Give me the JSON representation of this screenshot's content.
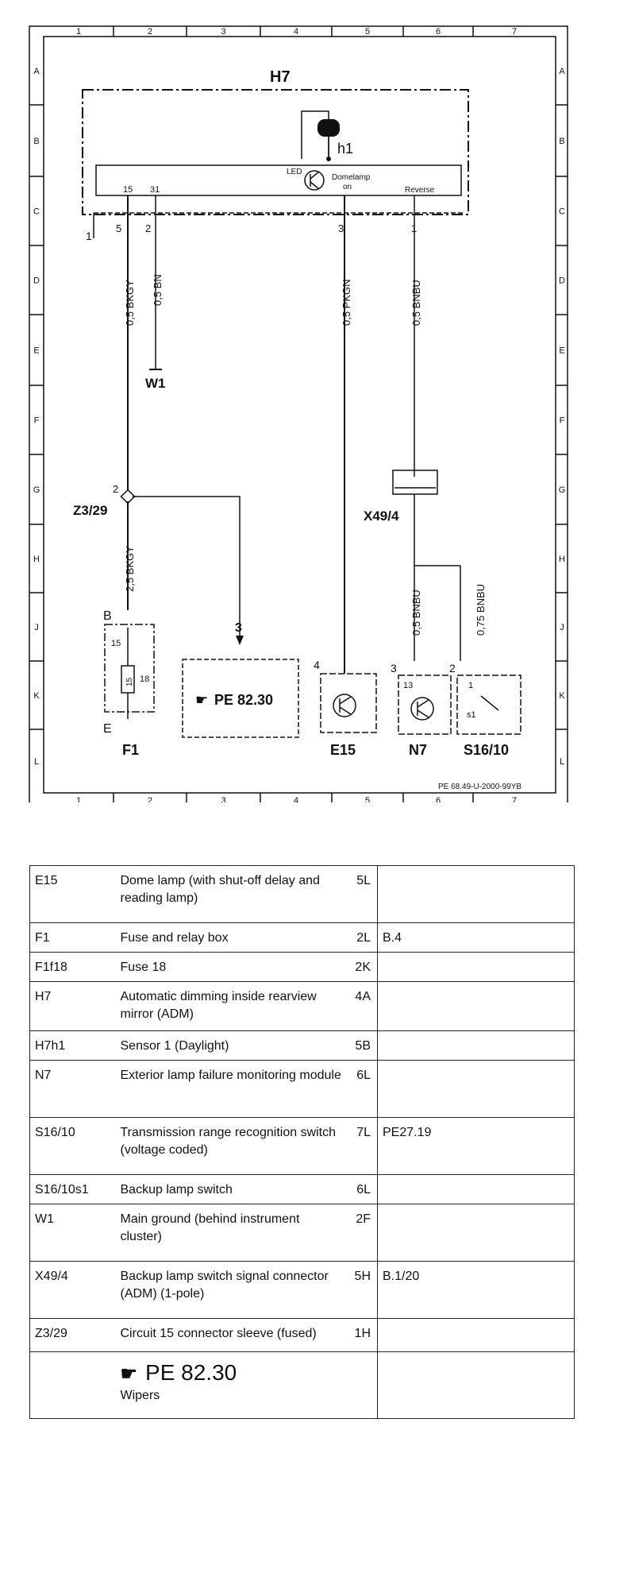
{
  "diagram": {
    "ref_code": "PE 68.49-U-2000-99YB",
    "grid_cols": [
      "1",
      "2",
      "3",
      "4",
      "5",
      "6",
      "7"
    ],
    "grid_rows": [
      "A",
      "B",
      "C",
      "D",
      "E",
      "F",
      "G",
      "H",
      "J",
      "K",
      "L"
    ],
    "components": {
      "H7": "H7",
      "h1": "h1",
      "LED": "LED",
      "domelamp": "Domelamp",
      "domelamp_on": "on",
      "reverse": "Reverse",
      "pin15": "15",
      "pin31": "31",
      "conn1": "1",
      "p5": "5",
      "p2": "2",
      "p3": "3",
      "p1": "1",
      "W1": "W1",
      "Z3_29": "Z3/29",
      "z_pin2": "2",
      "X49_4": "X49/4",
      "F1": "F1",
      "F1_B": "B",
      "F1_E": "E",
      "F1_15a": "15",
      "F1_15b": "15",
      "F1_18": "18",
      "E15": "E15",
      "E15_pin4": "4",
      "N7": "N7",
      "N7_pin3": "3",
      "N7_13": "13",
      "S16_10": "S16/10",
      "S16_pin2": "2",
      "S16_1": "1",
      "S16_s1": "s1",
      "pe_label": "PE 82.30",
      "pe_pin3": "3"
    },
    "wires": {
      "w1": "0,5 BKGY",
      "w2": "0,5 BN",
      "w3": "0,5 PKGN",
      "w4": "0,5 BNBU",
      "w5": "2,5 BKGY",
      "w6": "0,5 BNBU",
      "w7": "0,75 BNBU"
    }
  },
  "legend": [
    {
      "code": "E15",
      "desc": "Dome lamp (with shut-off delay and reading lamp)",
      "loc": "5L",
      "ref": ""
    },
    {
      "code": "F1",
      "desc": "Fuse and relay box",
      "loc": "2L",
      "ref": "B.4"
    },
    {
      "code": "F1f18",
      "desc": "Fuse 18",
      "loc": "2K",
      "ref": ""
    },
    {
      "code": "H7",
      "desc": "Automatic dimming inside rearview mirror (ADM)",
      "loc": "4A",
      "ref": ""
    },
    {
      "code": "H7h1",
      "desc": "Sensor 1 (Daylight)",
      "loc": "5B",
      "ref": ""
    },
    {
      "code": "N7",
      "desc": "Exterior lamp failure monitoring module",
      "loc": "6L",
      "ref": ""
    },
    {
      "code": "S16/10",
      "desc": "Transmission range recognition switch (voltage coded)",
      "loc": "7L",
      "ref": "PE27.19"
    },
    {
      "code": "S16/10s1",
      "desc": "Backup lamp switch",
      "loc": "6L",
      "ref": ""
    },
    {
      "code": "W1",
      "desc": "Main ground (behind instrument cluster)",
      "loc": "2F",
      "ref": ""
    },
    {
      "code": "X49/4",
      "desc": "Backup lamp switch signal connector (ADM) (1-pole)",
      "loc": "5H",
      "ref": "B.1/20"
    },
    {
      "code": "Z3/29",
      "desc": "Circuit 15 connector sleeve (fused)",
      "loc": "1H",
      "ref": ""
    }
  ],
  "legend_footer": {
    "pointer_icon": "pointing-hand-icon",
    "ref": "PE 82.30",
    "desc": "Wipers"
  }
}
